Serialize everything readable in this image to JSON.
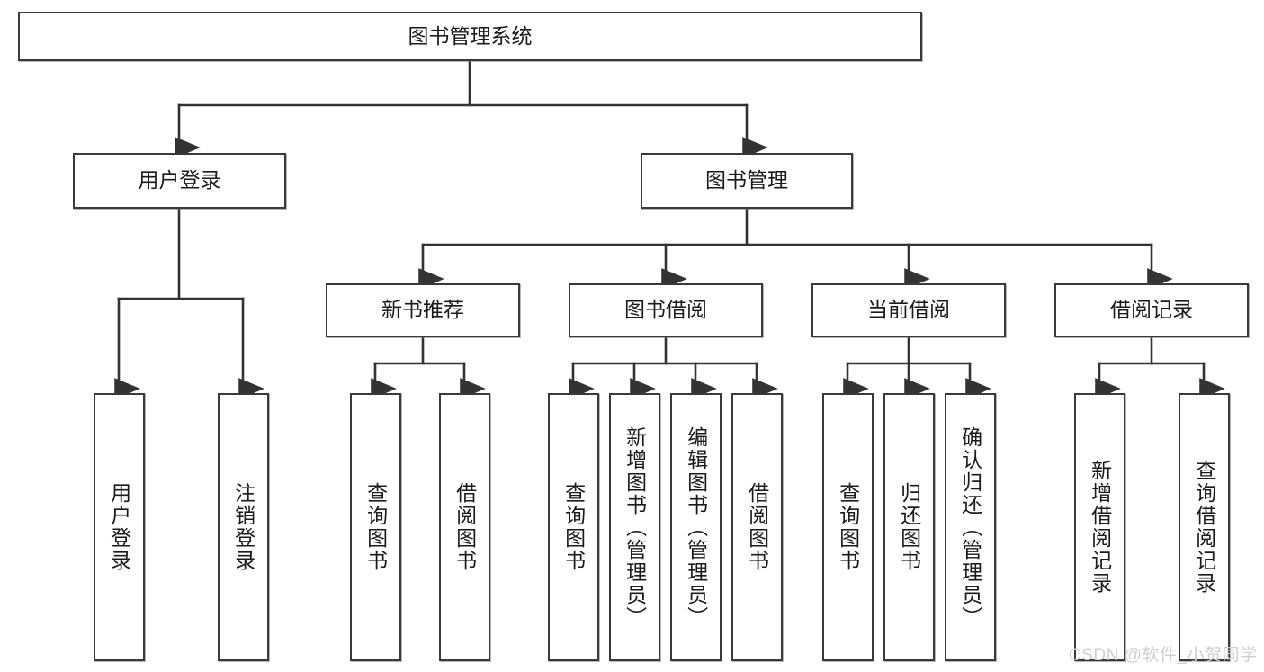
{
  "diagram": {
    "type": "tree",
    "title": "图书管理系统",
    "watermark": "CSDN @软件_小贺同学",
    "colors": {
      "box_border": "#3a3a3a",
      "box_fill": "#ffffff",
      "connector": "#333333",
      "text": "#1b1b1b",
      "watermark": "#cfcfcf",
      "background": "#ffffff"
    },
    "levels": [
      {
        "index": 0,
        "name": "root"
      },
      {
        "index": 1,
        "name": "modules"
      },
      {
        "index": 2,
        "name": "submodules"
      },
      {
        "index": 3,
        "name": "functions"
      }
    ],
    "nodes": {
      "root": {
        "label": "图书管理系统",
        "level": 0
      },
      "l1": [
        {
          "id": "user-login",
          "label": "用户登录"
        },
        {
          "id": "book-manage",
          "label": "图书管理"
        }
      ],
      "l2": [
        {
          "id": "new-book-recommend",
          "label": "新书推荐",
          "parent": "book-manage"
        },
        {
          "id": "book-borrow",
          "label": "图书借阅",
          "parent": "book-manage"
        },
        {
          "id": "current-borrow",
          "label": "当前借阅",
          "parent": "book-manage"
        },
        {
          "id": "borrow-record",
          "label": "借阅记录",
          "parent": "book-manage"
        }
      ],
      "leaves": [
        {
          "id": "leaf-user-login",
          "label": "用户登录",
          "parent": "user-login"
        },
        {
          "id": "leaf-user-logout",
          "label": "注销登录",
          "parent": "user-login"
        },
        {
          "id": "leaf-query-book-1",
          "label": "查询图书",
          "parent": "new-book-recommend"
        },
        {
          "id": "leaf-borrow-book-1",
          "label": "借阅图书",
          "parent": "new-book-recommend"
        },
        {
          "id": "leaf-query-book-2",
          "label": "查询图书",
          "parent": "book-borrow"
        },
        {
          "id": "leaf-add-book",
          "label": "新增图书（管理员）",
          "parent": "book-borrow"
        },
        {
          "id": "leaf-edit-book",
          "label": "编辑图书（管理员）",
          "parent": "book-borrow"
        },
        {
          "id": "leaf-borrow-book-2",
          "label": "借阅图书",
          "parent": "book-borrow"
        },
        {
          "id": "leaf-query-book-3",
          "label": "查询图书",
          "parent": "current-borrow"
        },
        {
          "id": "leaf-return-book",
          "label": "归还图书",
          "parent": "current-borrow"
        },
        {
          "id": "leaf-confirm-return",
          "label": "确认归还（管理员）",
          "parent": "current-borrow"
        },
        {
          "id": "leaf-add-record",
          "label": "新增借阅记录",
          "parent": "borrow-record"
        },
        {
          "id": "leaf-query-record",
          "label": "查询借阅记录",
          "parent": "borrow-record"
        }
      ]
    }
  }
}
